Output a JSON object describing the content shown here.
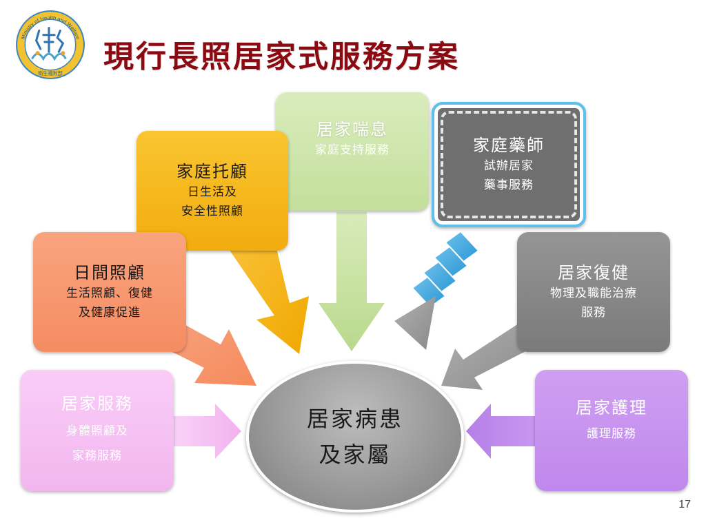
{
  "slide": {
    "title": "現行長照居家式服務方案",
    "page_number": "17"
  },
  "logo": {
    "ring_text": "Ministry of Health and Welfare",
    "bottom_text": "衛生福利部"
  },
  "center": {
    "line1": "居家病患",
    "line2": "及家屬"
  },
  "boxes": {
    "respite": {
      "title": "居家喘息",
      "line1": "家庭支持服務",
      "color": "#cde5a9"
    },
    "foster": {
      "title": "家庭托顧",
      "line1": "日生活及",
      "line2": "安全性照顧",
      "color": "#f5b718"
    },
    "pharmacist": {
      "title": "家庭藥師",
      "line1": "試辦居家",
      "line2": "藥事服務",
      "color": "#707070"
    },
    "daycare": {
      "title": "日間照顧",
      "line1": "生活照顧、復健",
      "line2": "及健康促進",
      "color": "#f79a72"
    },
    "rehab": {
      "title": "居家復健",
      "line1": "物理及職能治療",
      "line2": "服務",
      "color": "#8a8a8a"
    },
    "homeservice": {
      "title": "居家服務",
      "line1": "身體照顧及",
      "line2": "家務服務",
      "color": "#f6c3f4"
    },
    "nursing": {
      "title": "居家護理",
      "line1": "護理服務",
      "color": "#c796ef"
    }
  }
}
